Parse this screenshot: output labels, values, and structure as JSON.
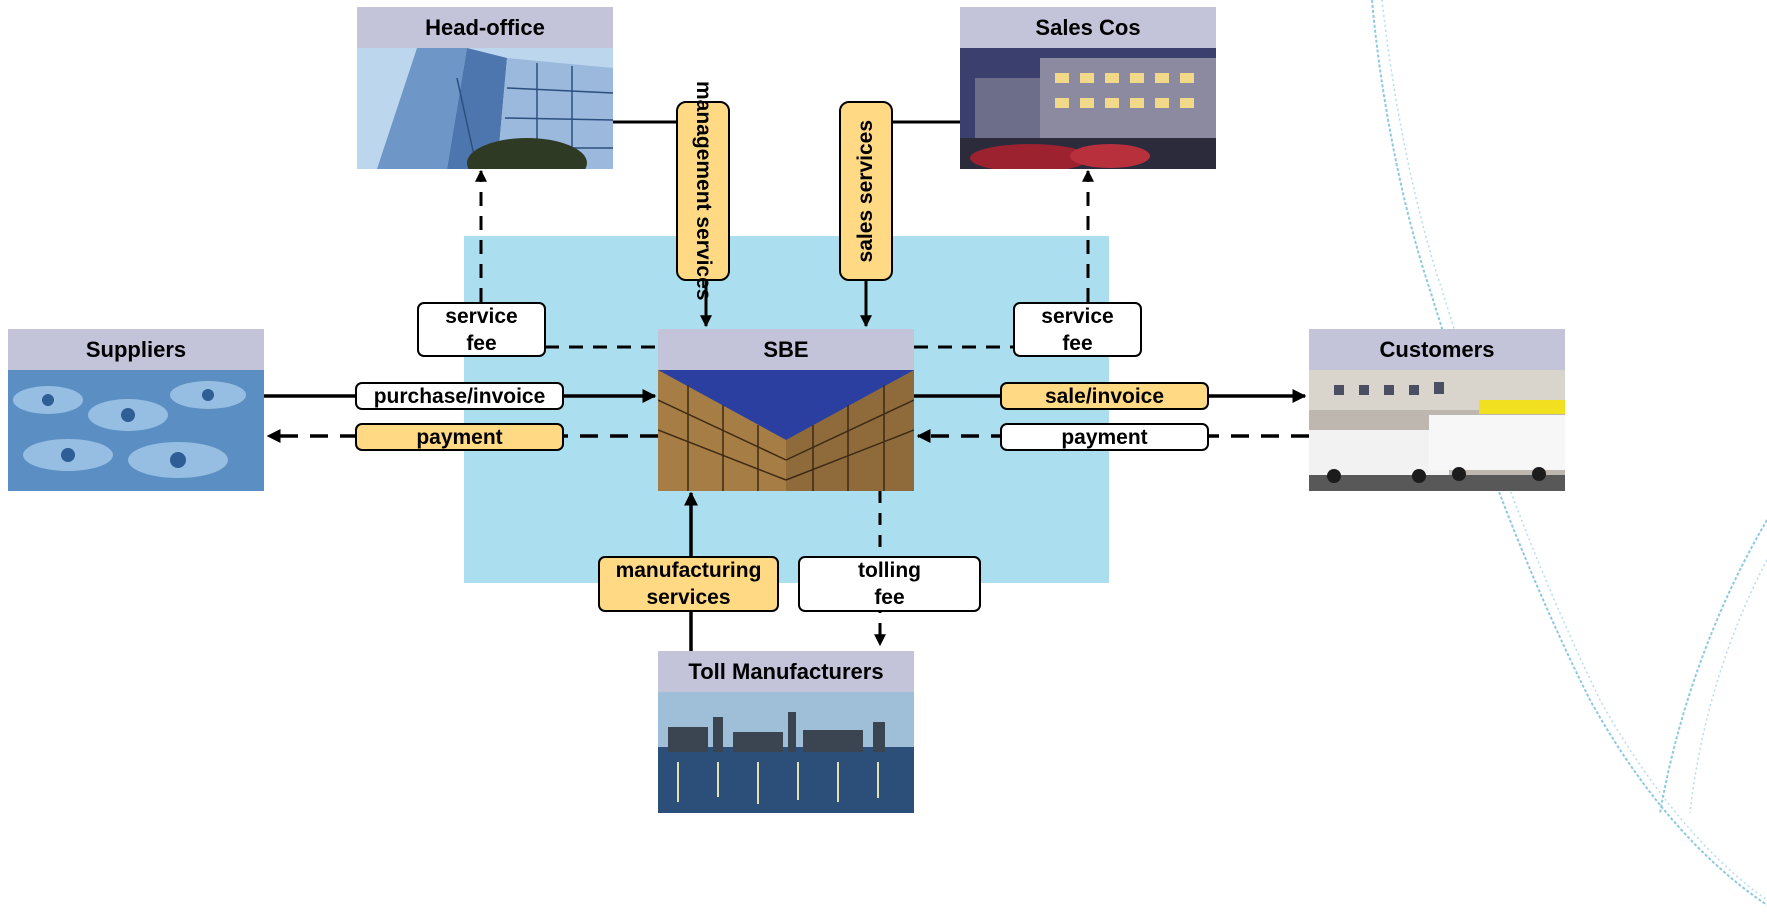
{
  "entities": {
    "head_office": "Head-office",
    "sales_cos": "Sales Cos",
    "suppliers": "Suppliers",
    "sbe": "SBE",
    "customers": "Customers",
    "toll_manufacturers": "Toll Manufacturers"
  },
  "flows": {
    "management_services": "management services",
    "sales_services": "sales services",
    "service_fee_left": [
      "service",
      "fee"
    ],
    "service_fee_right": [
      "service",
      "fee"
    ],
    "purchase_invoice": "purchase/invoice",
    "payment_left": "payment",
    "sale_invoice": "sale/invoice",
    "payment_right": "payment",
    "manufacturing_services": [
      "manufacturing",
      "services"
    ],
    "tolling_fee": [
      "tolling",
      "fee"
    ]
  },
  "colors": {
    "entity_title_bg": "#c3c3d9",
    "core_area_bg": "#abdeee",
    "service_label_fill": "#ffd983",
    "fee_label_fill": "#ffffff"
  }
}
